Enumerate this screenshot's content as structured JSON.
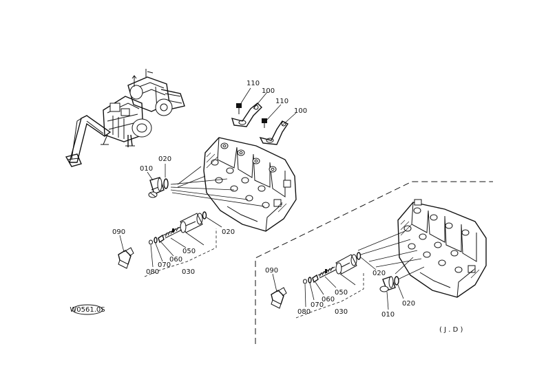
{
  "diagram": {
    "variant_label": "( J . D )",
    "logo_text": "W0561.0S",
    "callouts_left": {
      "c010": "010",
      "c020a": "020",
      "c020b": "020",
      "c030": "030",
      "c050": "050",
      "c060": "060",
      "c070": "070",
      "c080": "080",
      "c090": "090"
    },
    "callouts_top": {
      "c110a": "110",
      "c100a": "100",
      "c110b": "110",
      "c100b": "100"
    },
    "callouts_right": {
      "c010": "010",
      "c020a": "020",
      "c020b": "020",
      "c030": "030",
      "c050": "050",
      "c060": "060",
      "c070": "070",
      "c080": "080",
      "c090": "090"
    }
  }
}
